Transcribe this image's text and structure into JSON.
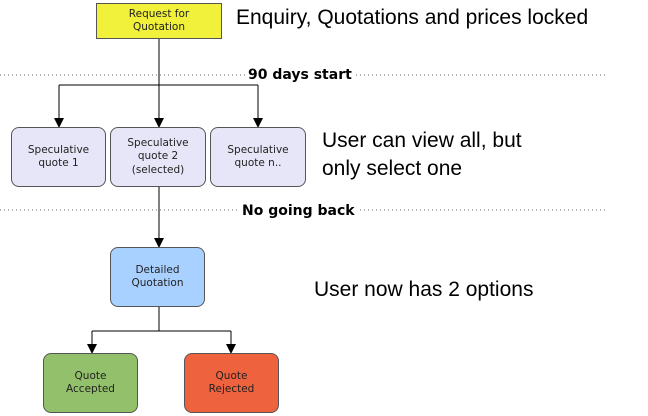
{
  "nodes": {
    "rfq": {
      "label": "Request for\nQuotation",
      "fill": "#f1f03a"
    },
    "spec1": {
      "label": "Speculative\nquote 1",
      "fill": "#e6e6f8"
    },
    "spec2": {
      "label": "Speculative\nquote 2\n(selected)",
      "fill": "#e6e6f8"
    },
    "specn": {
      "label": "Speculative\nquote n..",
      "fill": "#e6e6f8"
    },
    "detailed": {
      "label": "Detailed\nQuotation",
      "fill": "#a9d1ff"
    },
    "accepted": {
      "label": "Quote\nAccepted",
      "fill": "#93c06a"
    },
    "rejected": {
      "label": "Quote\nRejected",
      "fill": "#ef623e"
    }
  },
  "separators": {
    "first": "90 days start",
    "second": "No going back"
  },
  "notes": {
    "top": "Enquiry, Quotations and prices locked",
    "middle": "User can view all, but\nonly select one",
    "bottom": "User now has 2 options"
  },
  "colors": {
    "line": "#000000",
    "node_border": "#555555",
    "dotted": "#666666"
  }
}
